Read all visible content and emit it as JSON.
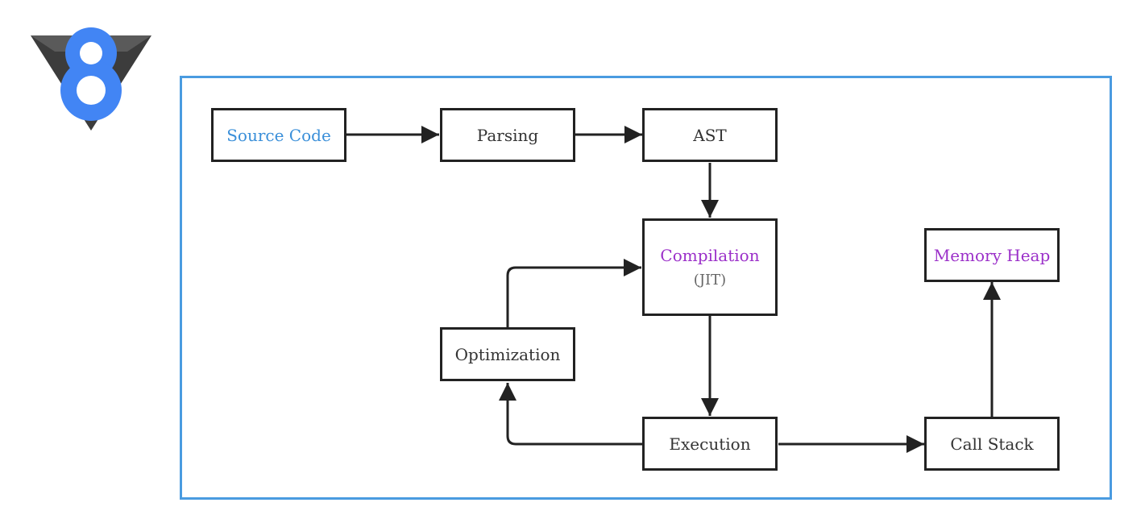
{
  "diagram": {
    "nodes": [
      {
        "id": "source-code",
        "label": "Source Code",
        "color": "#3a8fd9"
      },
      {
        "id": "parsing",
        "label": "Parsing"
      },
      {
        "id": "ast",
        "label": "AST"
      },
      {
        "id": "compilation",
        "label": "Compilation",
        "sublabel": "(JIT)",
        "color": "#9b30c9"
      },
      {
        "id": "optimization",
        "label": "Optimization"
      },
      {
        "id": "execution",
        "label": "Execution"
      },
      {
        "id": "call-stack",
        "label": "Call Stack"
      },
      {
        "id": "memory-heap",
        "label": "Memory Heap",
        "color": "#9b30c9"
      }
    ],
    "edges": [
      [
        "source-code",
        "parsing"
      ],
      [
        "parsing",
        "ast"
      ],
      [
        "ast",
        "compilation"
      ],
      [
        "compilation",
        "execution"
      ],
      [
        "execution",
        "optimization"
      ],
      [
        "optimization",
        "compilation"
      ],
      [
        "execution",
        "call-stack"
      ],
      [
        "call-stack",
        "memory-heap"
      ]
    ],
    "colors": {
      "frame": "#4a9be0",
      "border": "#222222",
      "text": "#333333",
      "logo_blue": "#4285f4",
      "logo_dark": "#3c3c3c"
    }
  },
  "logo": {
    "icon": "v8-logo-icon"
  }
}
